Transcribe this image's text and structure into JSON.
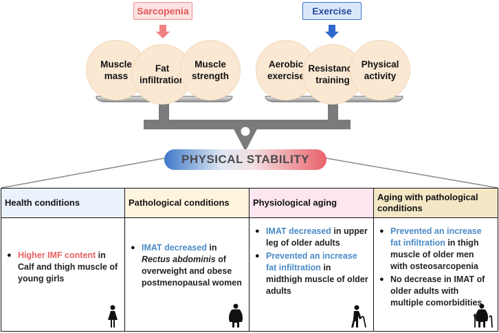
{
  "tags": {
    "sarcopenia": "Sarcopenia",
    "exercise": "Exercise"
  },
  "left_pan": [
    "Muscle mass",
    "Fat infiltration",
    "Muscle strength"
  ],
  "right_pan": [
    "Aerobic exercise",
    "Resistance training",
    "Physical activity"
  ],
  "stability_label": "PHYSICAL STABILITY",
  "colors": {
    "sarcopenia": "#e05858",
    "exercise": "#234a9a",
    "highlight_red": "#e86060",
    "highlight_blue": "#4a8ac6"
  },
  "panels": [
    {
      "header": "Health conditions",
      "header_bg": "#eaf2fc",
      "items": [
        {
          "hl": "Higher IMF content",
          "hl_color": "red",
          "text": " in Calf and thigh muscle of young girls"
        }
      ],
      "figure": "young-girl-icon"
    },
    {
      "header": "Pathological conditions",
      "header_bg": "#fdf5de",
      "items": [
        {
          "hl": "IMAT decreased",
          "hl_color": "blue",
          "text": " in ",
          "italic": "Rectus abdominis",
          "text2": " of overweight and obese postmenopausal women"
        }
      ],
      "figure": "obese-woman-icon"
    },
    {
      "header": "Physiological aging",
      "header_bg": "#fde6ee",
      "items": [
        {
          "hl": "IMAT decreased",
          "hl_color": "blue",
          "text": " in upper leg of older adults"
        },
        {
          "hl": "Prevented an increase fat infiltration",
          "hl_color": "blue",
          "text": " in midthigh muscle of older adults"
        }
      ],
      "figure": "elderly-cane-icon"
    },
    {
      "header": "Aging with pathological conditions",
      "header_bg": "#f4e7c6",
      "items": [
        {
          "hl": "Prevented an increase fat infiltration",
          "hl_color": "blue",
          "text": " in thigh muscle of older men with osteosarcopenia"
        },
        {
          "hl": "",
          "hl_color": "blue",
          "text": "No decrease in IMAT of older adults with multiple comorbidities"
        }
      ],
      "figure": "elderly-obese-cane-icon"
    }
  ]
}
